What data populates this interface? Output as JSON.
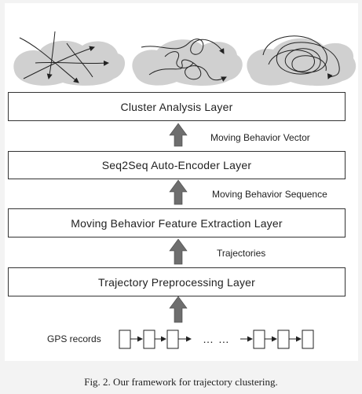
{
  "layers": [
    {
      "key": "cluster",
      "label": "Cluster Analysis Layer"
    },
    {
      "key": "seq2seq",
      "label": "Seq2Seq Auto-Encoder Layer"
    },
    {
      "key": "feature",
      "label": "Moving Behavior Feature Extraction Layer"
    },
    {
      "key": "preprocess",
      "label": "Trajectory Preprocessing Layer"
    }
  ],
  "edges": [
    {
      "label": "Moving Behavior Vector"
    },
    {
      "label": "Moving Behavior Sequence"
    },
    {
      "label": "Trajectories"
    }
  ],
  "gps": {
    "label": "GPS records",
    "ellipsis": "… …"
  },
  "caption": "Fig. 2.   Our framework for trajectory clustering.",
  "colors": {
    "cloud": "#d0d0d0",
    "arrow": "#6e6e6e",
    "stroke": "#222222"
  }
}
